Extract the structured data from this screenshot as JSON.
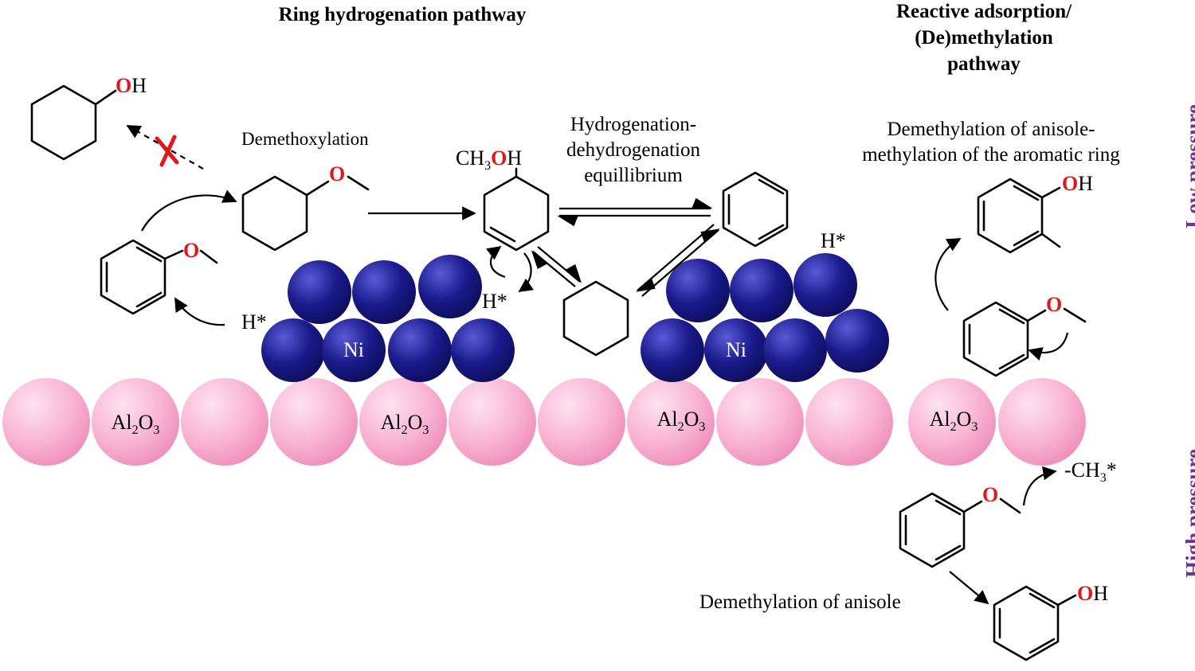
{
  "titles": {
    "ring_pathway": "Ring hydrogenation pathway",
    "reactive_pathway_line1": "Reactive adsorption/",
    "reactive_pathway_line2": "(De)methylation",
    "reactive_pathway_line3": "pathway"
  },
  "side_labels": {
    "low_pressure": "Low pressure",
    "high_pressure": "High pressure"
  },
  "step_labels": {
    "demethoxylation": "Demethoxylation",
    "equilibrium_line1": "Hydrogenation-",
    "equilibrium_line2": "dehydrogenation",
    "equilibrium_line3": "equillibrium",
    "demethylation_methylation_line1": "Demethylation of anisole-",
    "demethylation_methylation_line2": "methylation of the aromatic ring",
    "demethylation_of_anisole": "Demethylation of anisole"
  },
  "species": {
    "adsorbed_hydrogen": "H*",
    "methyl_radical": "-CH",
    "methyl_sub": "3",
    "methyl_star": "*",
    "oxygen": "O",
    "hydrogen": "H",
    "methanol_ch": "CH",
    "methanol_sub": "3"
  },
  "catalyst": {
    "metal": "Ni",
    "support_main": "Al",
    "support_sub1": "2",
    "support_o": "O",
    "support_sub2": "3"
  },
  "colors": {
    "ni_sphere": "#1a1a8c",
    "support_sphere": "#f9b3d3",
    "oxygen": "#e0181c",
    "pressure_label": "#7030a0",
    "blocked_cross": "#e0181c"
  },
  "icons": {
    "blocked_pathway": "red-cross-icon"
  }
}
